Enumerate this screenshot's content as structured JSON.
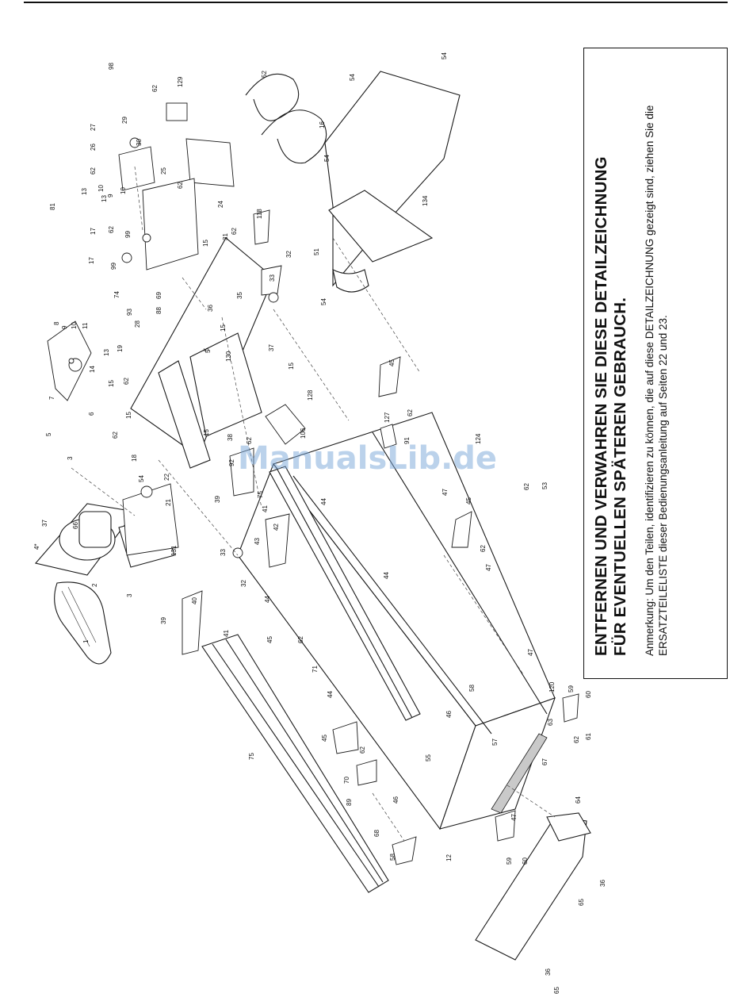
{
  "note": {
    "heading_line1": "ENTFERNEN UND VERWAHREN SIE DIESE DETAILZEICHNUNG",
    "heading_line2": "FÜR EVENTUELLEN SPÄTEREN GEBRAUCH.",
    "body": "Anmerkung: Um den Teilen, identifizieren zu können, die auf diese DETAILZEICHNUNG gezeigt sind, ziehen Sie die ERSATZTEILELISTE dieser Bedienungsanleitung auf Seiten 22 und 23."
  },
  "watermark": "ManualsLib.de",
  "part_labels": [
    "98",
    "62",
    "129",
    "52",
    "54",
    "54",
    "16",
    "27",
    "29",
    "26",
    "30",
    "62",
    "10",
    "9",
    "10",
    "13",
    "24",
    "62",
    "25",
    "54",
    "134",
    "81",
    "17",
    "17",
    "62",
    "99",
    "99",
    "13",
    "118",
    "62",
    "31",
    "15",
    "51",
    "33",
    "32",
    "54",
    "8",
    "9",
    "10",
    "11",
    "74",
    "69",
    "88",
    "93",
    "28",
    "36",
    "35",
    "15",
    "13",
    "19",
    "14",
    "15",
    "5",
    "130",
    "37",
    "15",
    "7",
    "6",
    "62",
    "5",
    "15",
    "45",
    "128",
    "127",
    "62",
    "5",
    "62",
    "18",
    "106",
    "38",
    "62",
    "92",
    "22",
    "15",
    "91",
    "124",
    "3",
    "54",
    "21",
    "39",
    "75",
    "44",
    "37",
    "66",
    "41",
    "42",
    "47",
    "62",
    "53",
    "4*",
    "131",
    "45",
    "33",
    "43",
    "62",
    "1",
    "2",
    "3",
    "32",
    "44",
    "47",
    "40",
    "39",
    "41",
    "45",
    "62",
    "44",
    "71",
    "47",
    "75",
    "46",
    "58",
    "120",
    "59",
    "60",
    "45",
    "62",
    "44",
    "57",
    "63",
    "67",
    "62",
    "61",
    "55",
    "70",
    "89",
    "46",
    "68",
    "47",
    "58",
    "12",
    "59",
    "60",
    "64",
    "36",
    "65",
    "36",
    "65"
  ]
}
